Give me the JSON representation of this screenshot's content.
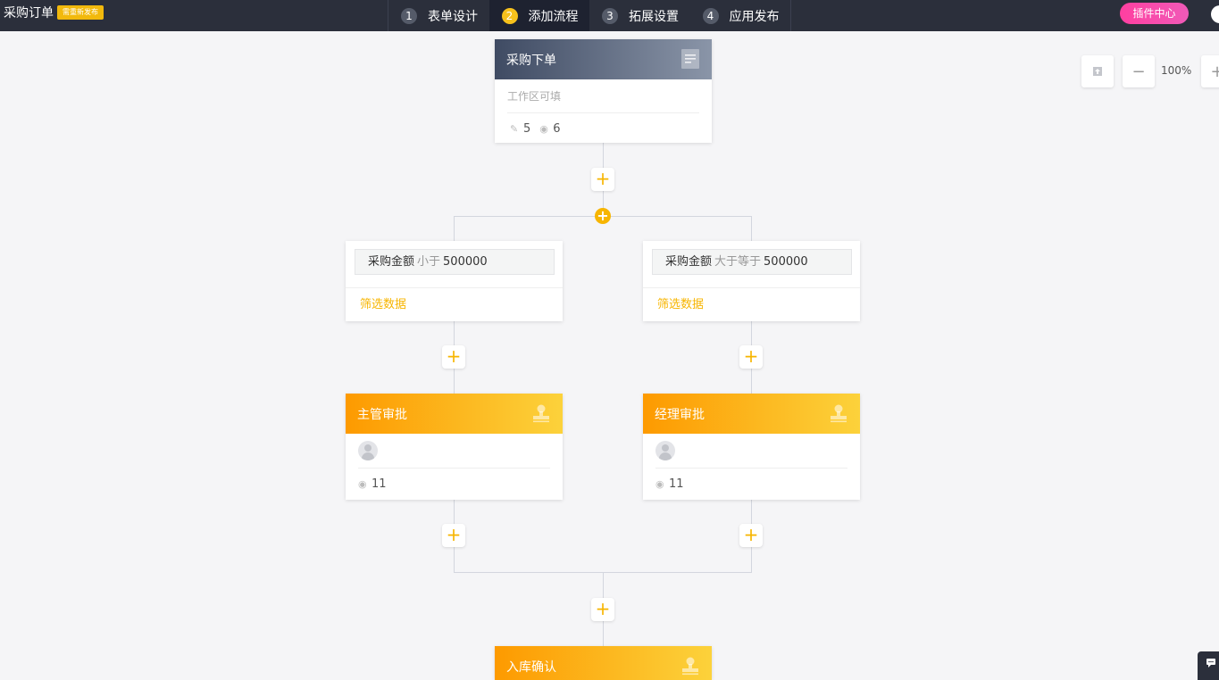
{
  "header": {
    "title": "采购订单",
    "badge": "需重新发布",
    "steps": [
      {
        "num": "1",
        "label": "表单设计"
      },
      {
        "num": "2",
        "label": "添加流程"
      },
      {
        "num": "3",
        "label": "拓展设置"
      },
      {
        "num": "4",
        "label": "应用发布"
      }
    ],
    "plugin_button": "插件中心"
  },
  "zoom": {
    "level": "100%",
    "minus": "−",
    "plus": "+"
  },
  "add_symbol": "+",
  "start_node": {
    "title": "采购下单",
    "subtitle": "工作区可填",
    "edit_count": "5",
    "view_count": "6"
  },
  "branches": [
    {
      "condition": {
        "field": "采购金额",
        "operator": "小于",
        "value": "500000"
      },
      "filter_link": "筛选数据",
      "approval": {
        "title": "主管审批",
        "view_count": "11"
      }
    },
    {
      "condition": {
        "field": "采购金额",
        "operator": "大于等于",
        "value": "500000"
      },
      "filter_link": "筛选数据",
      "approval": {
        "title": "经理审批",
        "view_count": "11"
      }
    }
  ],
  "end_node": {
    "title": "入库确认"
  }
}
